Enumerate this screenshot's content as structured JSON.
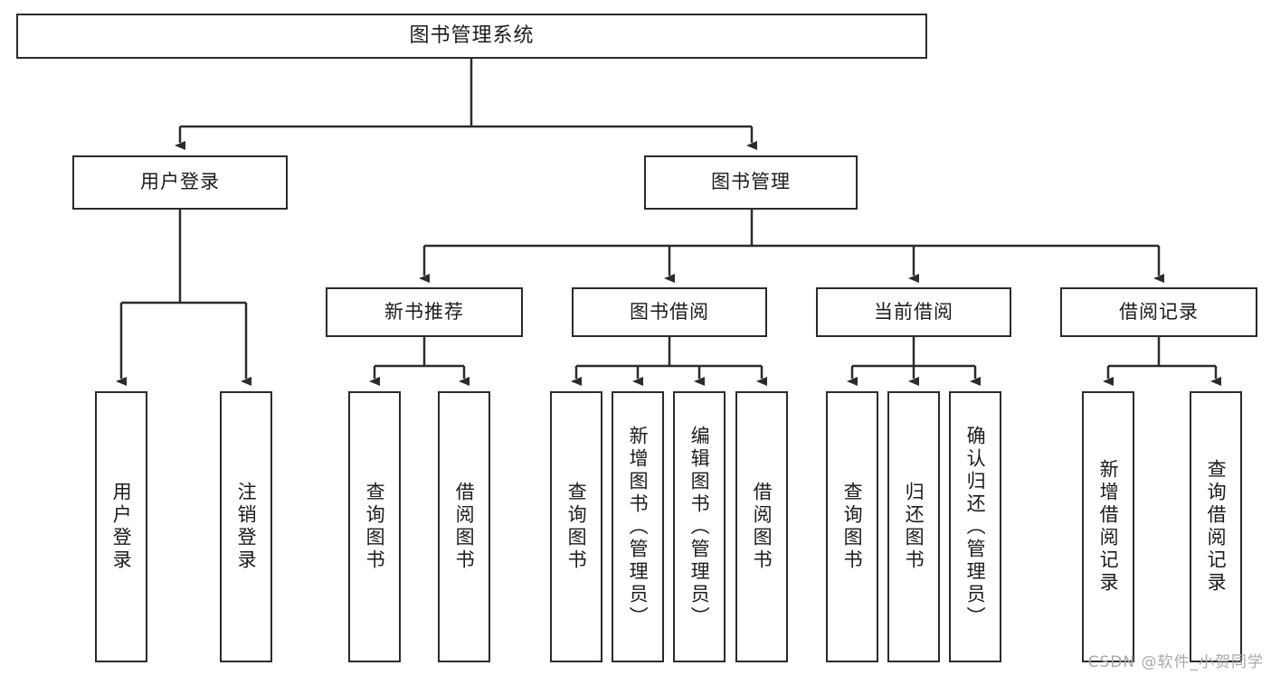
{
  "diagram": {
    "title": "图书管理系统",
    "type": "功能结构图",
    "colors": {
      "stroke": "#2b2b2b",
      "fill": "#ffffff",
      "text": "#1b1b1b",
      "watermark": "#a9a9a9"
    },
    "watermark": "CSDN @软件_小贺同学",
    "levels": {
      "root": {
        "label": "图书管理系统"
      },
      "level2": [
        {
          "label": "用户登录"
        },
        {
          "label": "图书管理"
        }
      ],
      "level3": [
        {
          "label": "新书推荐"
        },
        {
          "label": "图书借阅"
        },
        {
          "label": "当前借阅"
        },
        {
          "label": "借阅记录"
        }
      ],
      "leaves": {
        "user_login": [
          {
            "label": "用户登录"
          },
          {
            "label": "注销登录"
          }
        ],
        "new_book_recommend": [
          {
            "label": "查询图书"
          },
          {
            "label": "借阅图书"
          }
        ],
        "book_borrow": [
          {
            "label": "查询图书"
          },
          {
            "label": "新增图书（管理员）"
          },
          {
            "label": "编辑图书（管理员）"
          },
          {
            "label": "借阅图书"
          }
        ],
        "current_borrow": [
          {
            "label": "查询图书"
          },
          {
            "label": "归还图书"
          },
          {
            "label": "确认归还（管理员）"
          }
        ],
        "borrow_record": [
          {
            "label": "新增借阅记录"
          },
          {
            "label": "查询借阅记录"
          }
        ]
      }
    }
  }
}
